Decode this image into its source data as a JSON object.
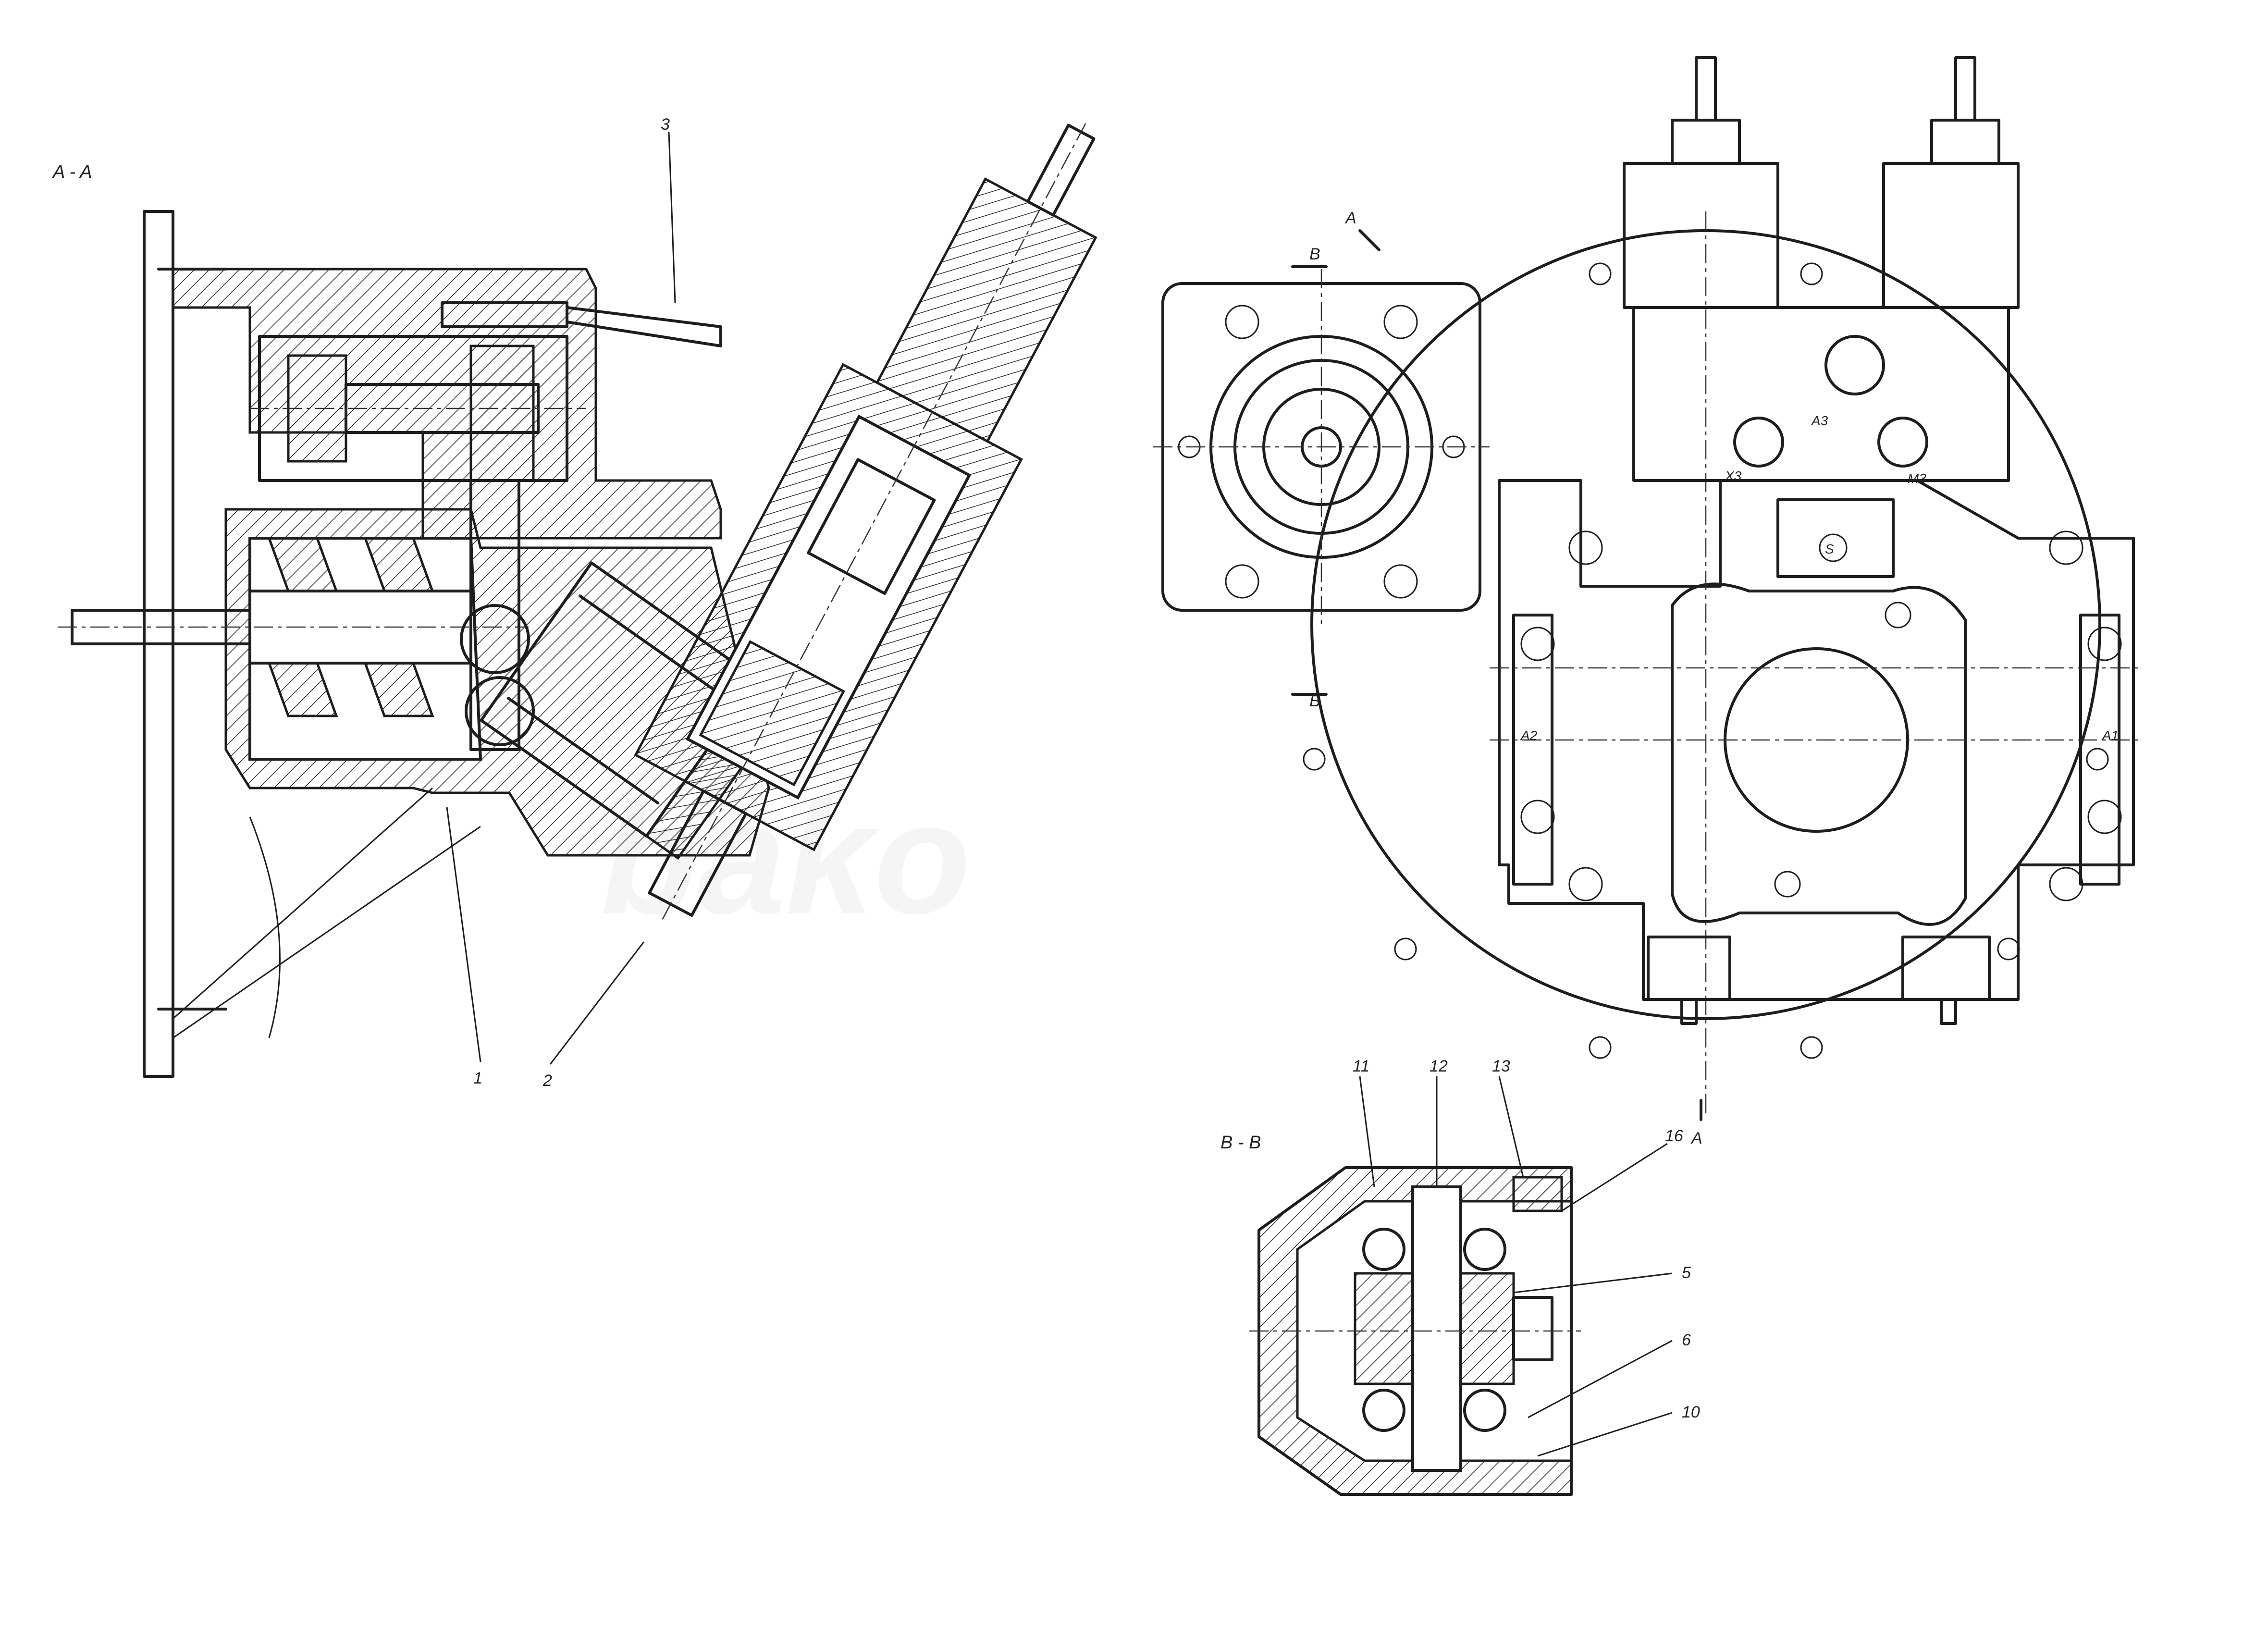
{
  "views": {
    "section_aa": {
      "title": "A - A"
    },
    "section_bb": {
      "title": "B - B"
    },
    "front": {
      "section_marks": {
        "a_top": "A",
        "a_bottom": "A",
        "b_top": "B",
        "b_bottom": "B"
      },
      "ports": {
        "a1": "A1",
        "a2": "A2",
        "a3": "A3",
        "x3": "X3",
        "m3": "M3",
        "s": "S"
      }
    }
  },
  "callouts": {
    "aa": [
      "3",
      "1",
      "2"
    ],
    "bb": [
      "11",
      "12",
      "13",
      "16",
      "5",
      "6",
      "10"
    ]
  },
  "watermark": "bako"
}
